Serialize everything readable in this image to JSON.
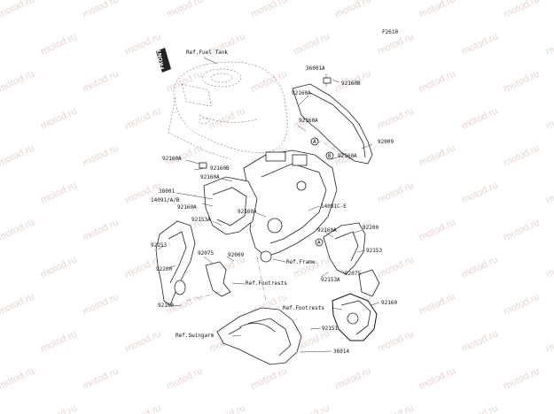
{
  "diagram": {
    "code": "F2610",
    "watermark": "motod.ru",
    "front_label": "FRONT",
    "labels": {
      "ref_fuel_tank": "Ref.Fuel Tank",
      "p36001A": "36001A",
      "p92160B_top": "92160B",
      "p92160A_1": "92160A",
      "p92160A_2": "92160A",
      "circle_a_top": "A",
      "p92009_right": "92009",
      "circle_b": "B",
      "p92160A_3": "92160A",
      "p92160A_left": "92160A",
      "p92160B_left": "92160B",
      "p92160A_left2": "92160A",
      "p38001": "38001",
      "p14091AB": "14091/A/B",
      "p92160A_left3": "92160A",
      "p92153A_left": "92153A",
      "p92160A_mid": "92160A",
      "p14091CE": "14091C-E",
      "p92153_left": "92153",
      "p92200_left": "92200",
      "p92075_left": "92075",
      "p92009_mid": "92009",
      "ref_frame": "Ref.Frame",
      "ref_footrests_left": "Ref.Footrests",
      "p92160_left": "92160",
      "p92160A_right": "92160A",
      "circle_a_right": "A",
      "p92200_right": "92200",
      "p92153_right": "92153",
      "p92075_right": "92075",
      "p92153A_right": "92153A",
      "ref_footrests_right": "Ref.Footrests",
      "p92160_right": "92160",
      "ref_swingarm": "Ref.Swingarm",
      "p92151": "92151",
      "p36014": "36014"
    }
  }
}
